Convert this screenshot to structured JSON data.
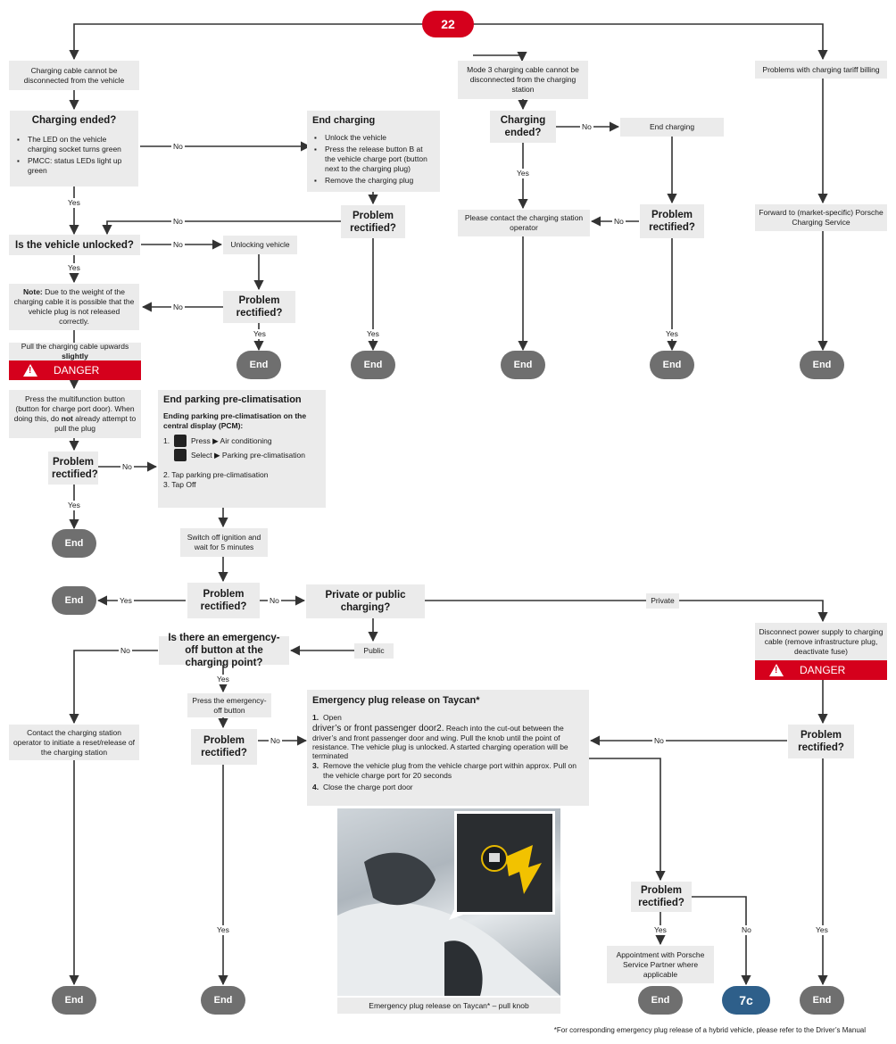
{
  "header": {
    "badge": "22",
    "badge_color": "#d5001c"
  },
  "colors": {
    "box": "#ebebeb",
    "end": "#6f6f6f",
    "danger": "#d5001c",
    "ref": "#2e5f8a",
    "line": "#333333"
  },
  "labels": {
    "no": "No",
    "yes": "Yes",
    "end": "End",
    "private": "Private",
    "public": "Public",
    "danger": "DANGER"
  },
  "col1": {
    "cable_stuck": "Charging cable cannot be disconnected from the vehicle",
    "charging_ended_q": "Charging ended?",
    "led_note": "The LED on the vehicle charging socket turns green",
    "pmcc_note": "PMCC: status LEDs light up green",
    "unlocked_q": "Is the vehicle unlocked?",
    "weight_note_bold": "Note:",
    "weight_note": " Due to the weight of the charging cable it is possible that the vehicle plug is not released correctly.",
    "pull_up": "Pull the charging cable upwards ",
    "pull_up_bold": "slightly",
    "multifunction_a": "Press the multifunction button (button for charge port door). When doing this, do ",
    "multifunction_bold": "not",
    "multifunction_b": " already attempt to pull the plug",
    "problem_q": "Problem rectified?"
  },
  "end_charging": {
    "title": "End charging",
    "steps": [
      "Unlock the vehicle",
      "Press the release button B at the vehicle charge port (button next to the charging plug)",
      "Remove the charging plug"
    ]
  },
  "unlocking": "Unlocking vehicle",
  "mode3": {
    "title": "Mode 3 charging cable cannot be disconnected from the charging station",
    "charging_ended_q": "Charging ended?",
    "end_charging": "End charging",
    "contact": "Please contact the charging station operator"
  },
  "tariff": {
    "title": "Problems with charging tariff billing",
    "forward": "Forward to (market-specific) Porsche Charging Service"
  },
  "pcm": {
    "title": "End parking pre-climatisation",
    "subtitle": "Ending parking pre-climatisation on the central display (PCM):",
    "step1_num": "1.",
    "step1a": "Press ▶ Air conditioning",
    "step1b": "Select ▶ Parking pre-climatisation",
    "step2": "2.  Tap parking pre-climatisation",
    "step3": "3.  Tap Off"
  },
  "ignition": "Switch off ignition and wait for 5 minutes",
  "private_public_q": "Private or public charging?",
  "emergency_off_q": "Is there an emergency-off button at the charging point?",
  "press_emergency": "Press the emergency-off button",
  "contact_reset": "Contact the charging station operator to initiate a reset/release of the charging station",
  "disconnect_power": "Disconnect power supply to charging cable (remove infrastructure plug, deactivate fuse)",
  "emergency_release": {
    "title": "Emergency plug release on Taycan*",
    "s1_num": "1.",
    "s1_a": "Open",
    "s1_b": "driver’s or front passenger door2.",
    "s1_c": "Reach into the cut-out between the driver’s and front passenger door and wing. Pull the knob until the point of resistance. The vehicle plug is unlocked. A started charging operation will be terminated",
    "s2_num": "3.",
    "s2": "Remove the vehicle plug from the vehicle charge port within approx. Pull on the vehicle charge port for 20 seconds",
    "s3_num": "4.",
    "s3": "Close the charge port door"
  },
  "photo_caption": "Emergency plug release on Taycan* – pull knob",
  "appointment": "Appointment with Porsche Service Partner where applicable",
  "ref_badge": "7c",
  "footnote": "*For corresponding emergency plug release of a hybrid vehicle, please refer to the Driver’s Manual"
}
